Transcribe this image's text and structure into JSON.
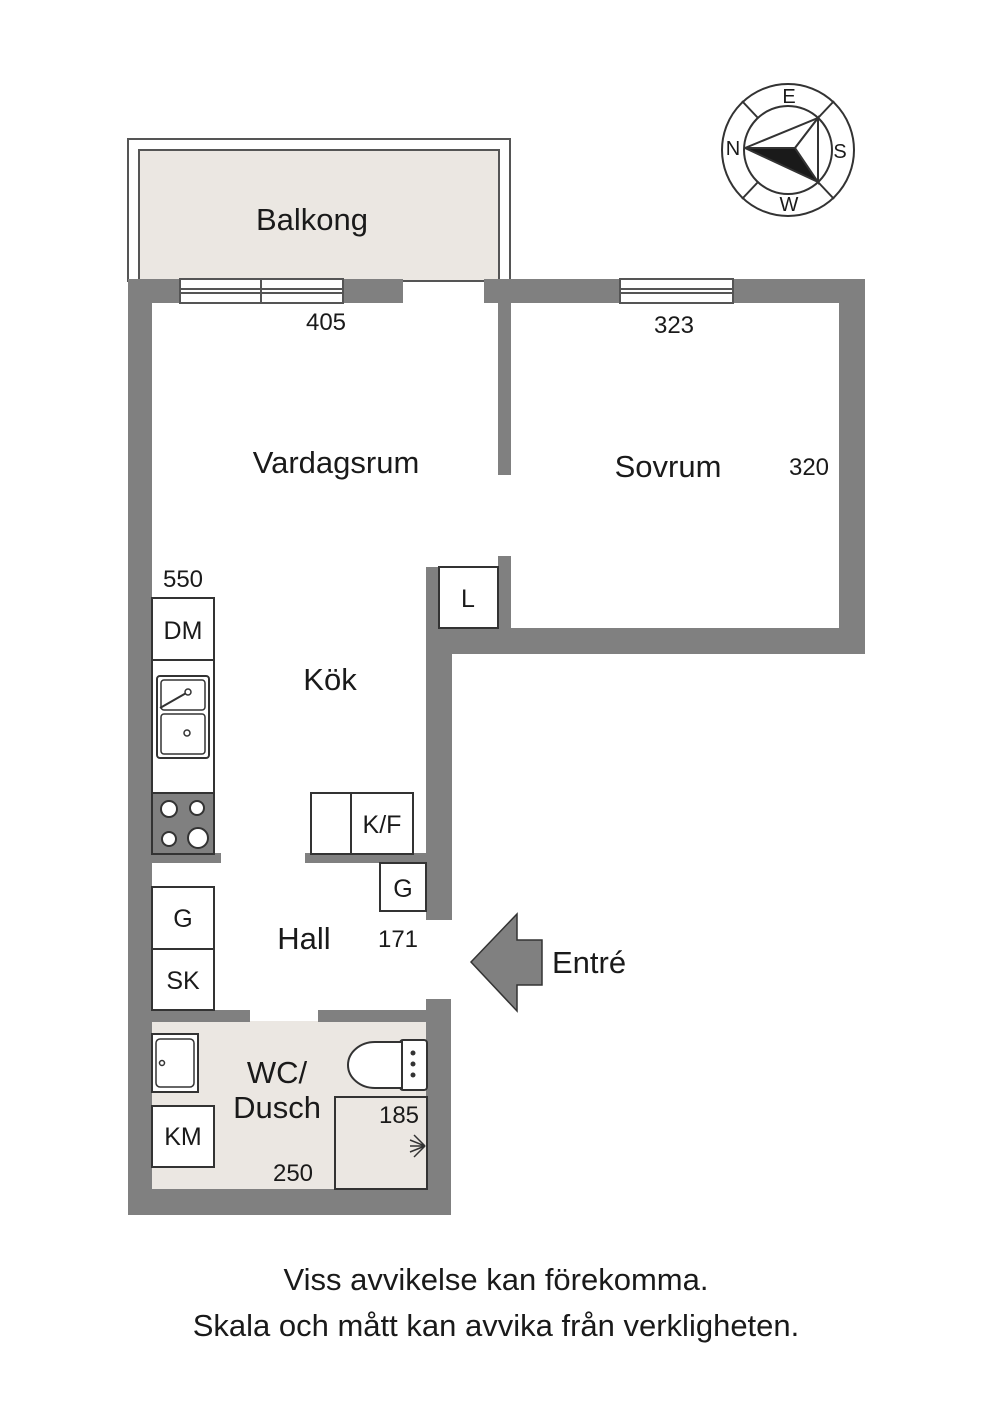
{
  "rooms": {
    "balcony": "Balkong",
    "living": "Vardagsrum",
    "bedroom": "Sovrum",
    "kitchen": "Kök",
    "hall": "Hall",
    "bath_line1": "WC/",
    "bath_line2": "Dusch"
  },
  "dimensions": {
    "living_width": "405",
    "bedroom_width": "323",
    "bedroom_depth": "320",
    "kitchen_length": "550",
    "hall_width": "171",
    "shower_depth": "185",
    "bath_width": "250"
  },
  "fixtures": {
    "closet_l": "L",
    "dishwasher": "DM",
    "fridge_freezer": "K/F",
    "wardrobe_kitchen": "G",
    "wardrobe_hall": "G",
    "shoe_cabinet": "SK",
    "washing_machine": "KM"
  },
  "entrance": "Entré",
  "compass": {
    "n": "N",
    "e": "E",
    "s": "S",
    "w": "W"
  },
  "colors": {
    "wall": "#808080",
    "balcony_floor": "#ebe7e2",
    "bath_floor": "#ebe7e2"
  },
  "disclaimer": {
    "line1": "Viss avvikelse kan förekomma.",
    "line2": "Skala och mått kan avvika från verkligheten."
  }
}
